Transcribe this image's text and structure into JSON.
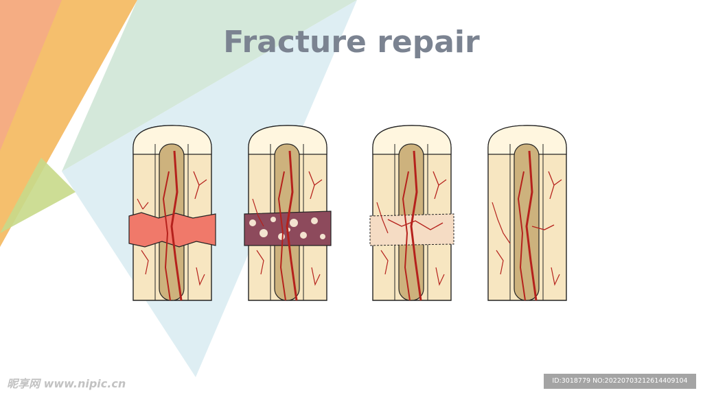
{
  "title": "Fracture repair",
  "colors": {
    "title": "#7b8391",
    "bone": "#f7e6c1",
    "marrow": "#cdb27d",
    "hematoma": "#f0796a",
    "vessel": "#b5211c",
    "callus": "#8d4a5c"
  },
  "stages": [
    {
      "stage": "hematoma"
    },
    {
      "stage": "fibrocartilaginous-callus"
    },
    {
      "stage": "bony-callus"
    },
    {
      "stage": "remodeled-bone"
    }
  ],
  "watermark": {
    "left": "昵享网 www.nipic.cn",
    "right": "ID:3018779 NO:20220703212614409104"
  }
}
